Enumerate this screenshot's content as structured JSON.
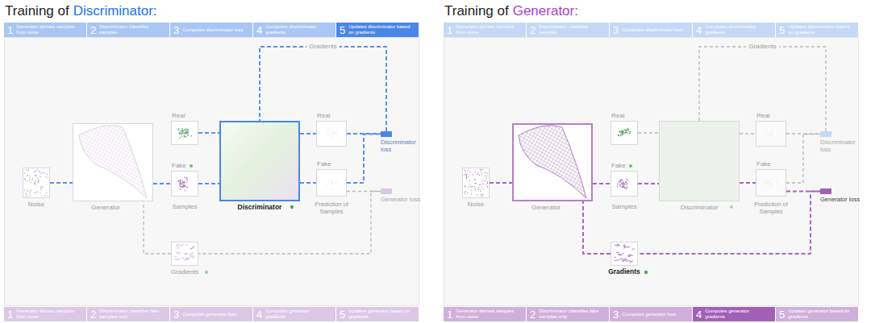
{
  "diagram": {
    "nodes": [
      {
        "text": [
          "1",
          "Generator derives samples from noise"
        ]
      },
      {
        "text": [
          "2",
          "Discriminator classifies samples"
        ]
      },
      {
        "text": [
          "3",
          "Computes discriminator loss"
        ]
      },
      {
        "text": [
          "4",
          "Computes discriminator gradients"
        ]
      },
      {
        "text": [
          "5",
          "Updates discriminator based on gradients"
        ]
      },
      {
        "text": [
          "Noise"
        ]
      },
      {
        "text": [
          "Generator"
        ]
      },
      {
        "text": [
          "Real"
        ]
      },
      {
        "text": [
          "Fake"
        ]
      },
      {
        "text": [
          "Discriminator"
        ]
      },
      {
        "text": [
          "Real"
        ]
      },
      {
        "text": [
          "Fake"
        ]
      },
      {
        "text": [
          "Discriminator loss"
        ]
      },
      {
        "text": [
          "Generator loss"
        ]
      },
      {
        "text": [
          "Gradients"
        ]
      },
      {
        "text": [
          "1",
          "Generator derives samples from noise"
        ]
      },
      {
        "text": [
          "2",
          "Discriminator classifies fake samples only"
        ]
      },
      {
        "text": [
          "3",
          "Computes generator loss"
        ]
      },
      {
        "text": [
          "4",
          "Computes generator gradients"
        ]
      },
      {
        "text": [
          "5",
          "Updates generator based on gradients"
        ]
      },
      {
        "text": [
          "1",
          "Generator derives samples from noise"
        ]
      },
      {
        "text": [
          "2",
          "Discriminator classifies samples"
        ]
      },
      {
        "text": [
          "3",
          "Computes discriminator loss"
        ]
      },
      {
        "text": [
          "4",
          "Computes discriminator gradients"
        ]
      },
      {
        "text": [
          "5",
          "Updates discriminator based on gradients"
        ]
      },
      {
        "text": [
          "Noise"
        ]
      },
      {
        "text": [
          "Generator"
        ]
      },
      {
        "text": [
          "Real"
        ]
      },
      {
        "text": [
          "Fake"
        ]
      },
      {
        "text": [
          "Discriminator"
        ]
      },
      {
        "text": [
          "Real"
        ]
      },
      {
        "text": [
          "Fake"
        ]
      },
      {
        "text": [
          "Discriminator loss"
        ]
      },
      {
        "text": [
          "Generator loss"
        ]
      },
      {
        "text": [
          "Gradients"
        ]
      },
      {
        "text": [
          "1",
          "Generator derives samples from noise"
        ]
      },
      {
        "text": [
          "2",
          "Discriminator classifies fake samples only"
        ]
      },
      {
        "text": [
          "3",
          "Computes generator loss"
        ]
      },
      {
        "text": [
          "4",
          "Computes generator gradients"
        ]
      },
      {
        "text": [
          "5",
          "Updates generator based on gradients"
        ]
      }
    ],
    "edges": [
      {
        "from": 5,
        "to": 6,
        "arrow": "none"
      },
      {
        "from": 6,
        "to": 8,
        "arrow": "none"
      },
      {
        "from": 7,
        "to": 9,
        "arrow": "none"
      },
      {
        "from": 8,
        "to": 9,
        "arrow": "none"
      },
      {
        "from": 9,
        "to": 10,
        "arrow": "none"
      },
      {
        "from": 9,
        "to": 11,
        "arrow": "none"
      },
      {
        "from": 10,
        "to": 12,
        "arrow": "none"
      },
      {
        "from": 11,
        "to": 12,
        "arrow": "none"
      },
      {
        "from": 11,
        "to": 13,
        "arrow": "none"
      },
      {
        "from": 12,
        "to": 9,
        "label": "Gradients",
        "arrow": "none"
      },
      {
        "from": 13,
        "to": 14,
        "arrow": "none"
      },
      {
        "from": 14,
        "to": 6,
        "arrow": "none"
      },
      {
        "from": 25,
        "to": 26,
        "arrow": "none"
      },
      {
        "from": 26,
        "to": 28,
        "arrow": "none"
      },
      {
        "from": 27,
        "to": 29,
        "arrow": "none"
      },
      {
        "from": 28,
        "to": 29,
        "arrow": "none"
      },
      {
        "from": 29,
        "to": 30,
        "arrow": "none"
      },
      {
        "from": 29,
        "to": 31,
        "arrow": "none"
      },
      {
        "from": 30,
        "to": 32,
        "arrow": "none"
      },
      {
        "from": 31,
        "to": 32,
        "arrow": "none"
      },
      {
        "from": 31,
        "to": 33,
        "arrow": "none"
      },
      {
        "from": 32,
        "to": 29,
        "label": "Gradients",
        "arrow": "none"
      },
      {
        "from": 33,
        "to": 34,
        "arrow": "none"
      },
      {
        "from": 34,
        "to": 26,
        "arrow": "none"
      }
    ],
    "labels": [
      "Training of",
      "Discriminator:",
      "Samples",
      "Prediction of Samples",
      "Training of",
      "Generator:",
      "Samples",
      "Prediction of Samples"
    ]
  }
}
